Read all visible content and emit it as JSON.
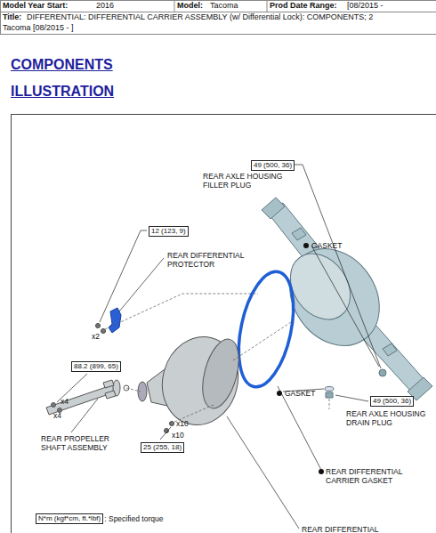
{
  "diagram": {
    "title": "COMPONENTS",
    "nodes": [
      {
        "text": [
          "49 (500, 36)"
        ]
      },
      {
        "text": [
          "12 (123, 9)"
        ]
      },
      {
        "text": [
          "88.2 (899, 65)"
        ]
      },
      {
        "text": [
          "49 (500, 36)"
        ]
      },
      {
        "text": [
          "25 (255, 18)"
        ]
      },
      {
        "text": [
          "N*m (kgf*cm, ft.*lbf)"
        ]
      }
    ],
    "labels": [
      "Model Year Start:",
      "2016",
      "Model:",
      "Tacoma",
      "Prod Date Range:",
      "[08/2015 -",
      "Title:",
      "DIFFERENTIAL: DIFFERENTIAL CARRIER ASSEMBLY (w/ Differential Lock): COMPONENTS; 2",
      "Tacoma [08/2015 - ]",
      "ILLUSTRATION",
      "REAR AXLE HOUSING FILLER PLUG",
      "REAR DIFFERENTIAL PROTECTOR",
      "GASKET",
      "x2",
      "x4",
      "x4",
      "GASKET",
      "REAR AXLE HOUSING DRAIN PLUG",
      "x10",
      "x10",
      "REAR PROPELLER SHAFT ASSEMBLY",
      "REAR DIFFERENTIAL CARRIER GASKET",
      ": Specified torque",
      "REAR DIFFERENTIAL"
    ]
  }
}
